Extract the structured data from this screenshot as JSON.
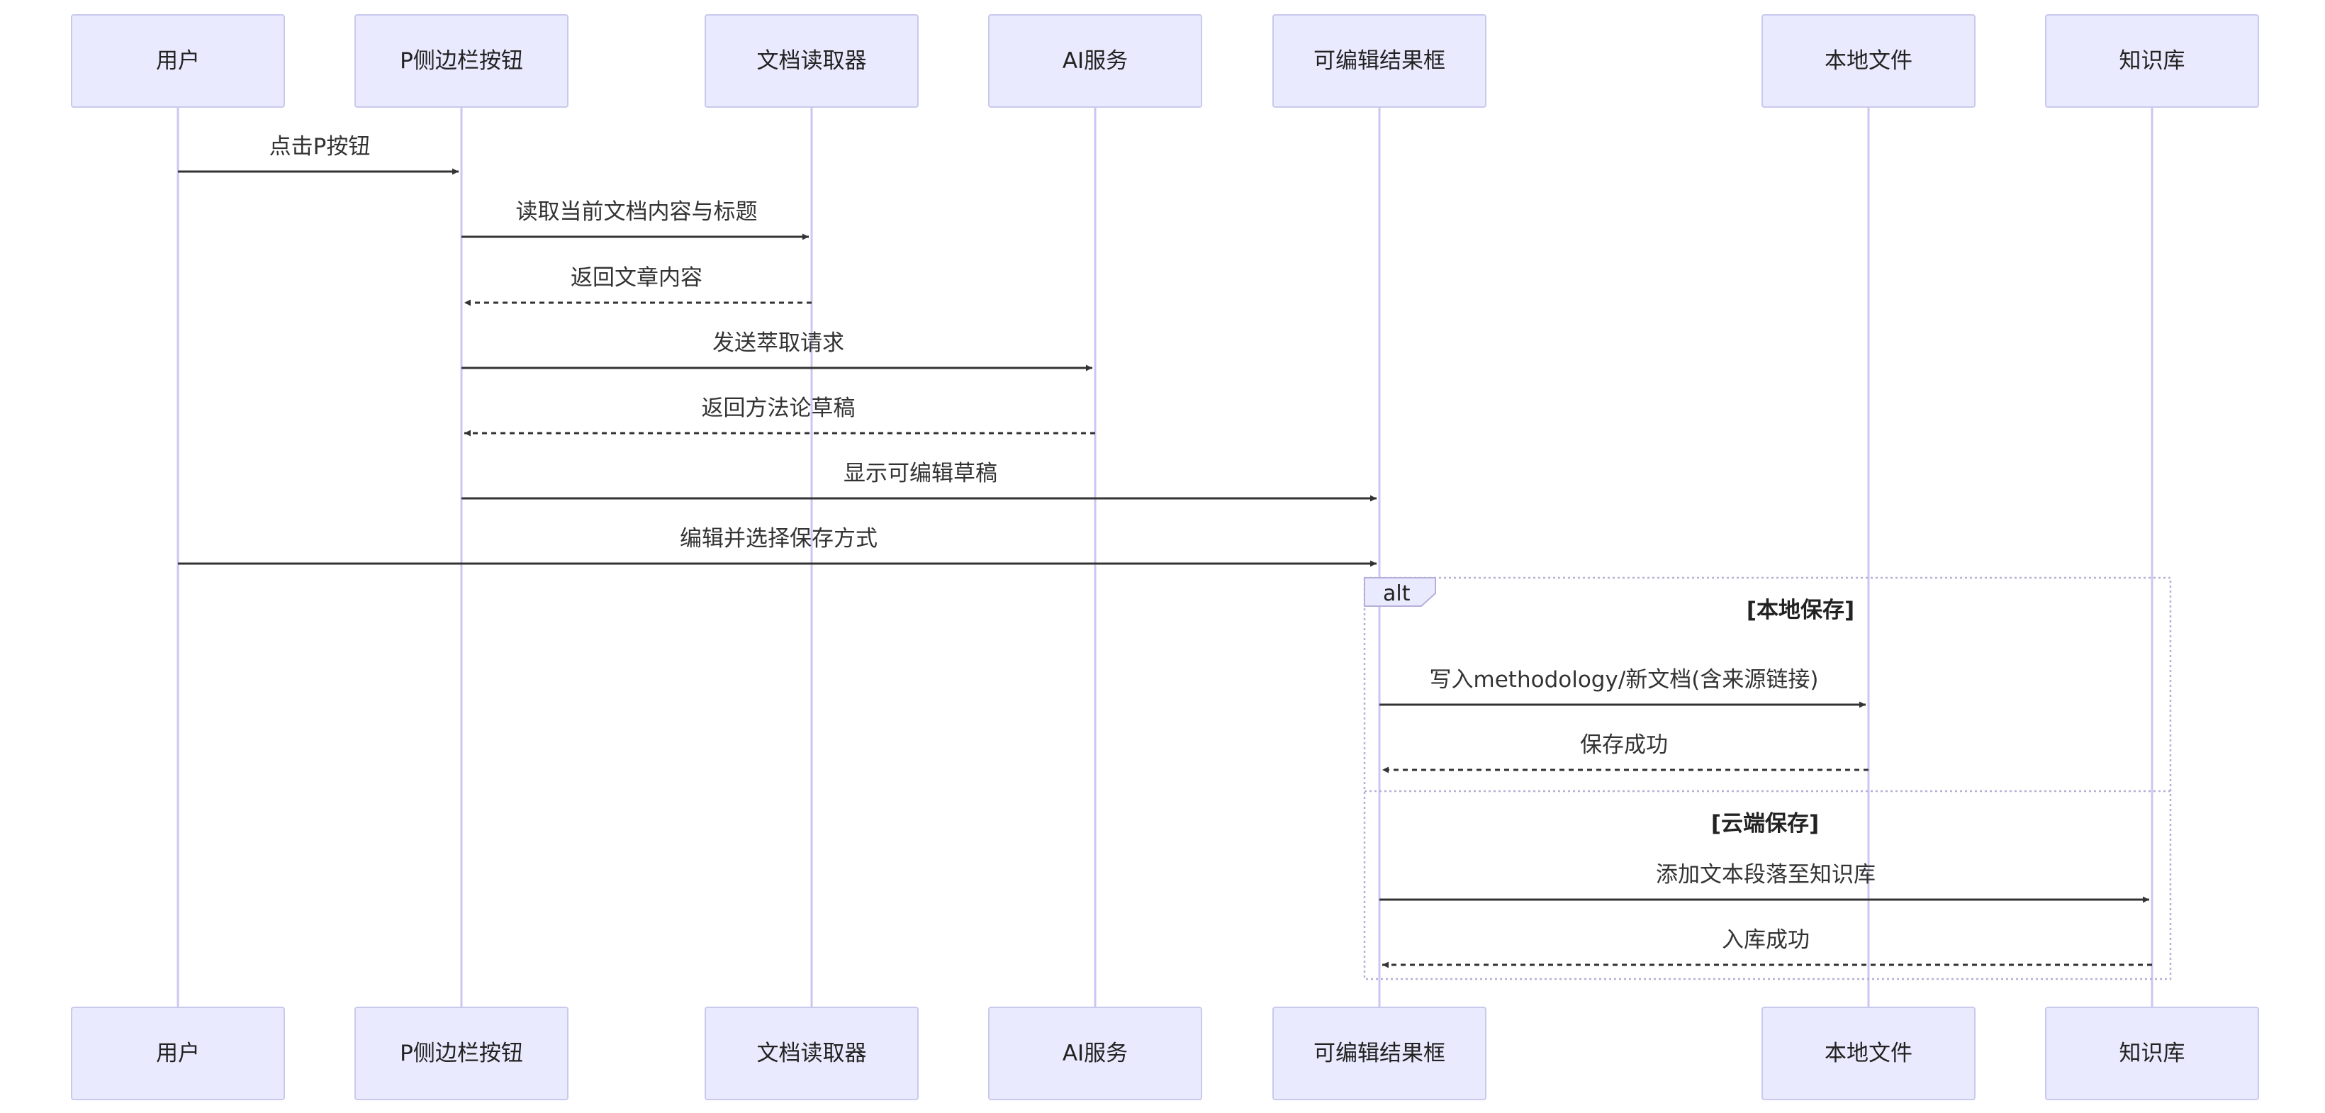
{
  "participants": [
    {
      "id": "user",
      "label": "用户"
    },
    {
      "id": "pbtn",
      "label": "P侧边栏按钮"
    },
    {
      "id": "reader",
      "label": "文档读取器"
    },
    {
      "id": "ai",
      "label": "AI服务"
    },
    {
      "id": "editor",
      "label": "可编辑结果框"
    },
    {
      "id": "local",
      "label": "本地文件"
    },
    {
      "id": "kb",
      "label": "知识库"
    }
  ],
  "messages": [
    {
      "from": "user",
      "to": "pbtn",
      "label": "点击P按钮",
      "style": "solid"
    },
    {
      "from": "pbtn",
      "to": "reader",
      "label": "读取当前文档内容与标题",
      "style": "solid"
    },
    {
      "from": "reader",
      "to": "pbtn",
      "label": "返回文章内容",
      "style": "dashed"
    },
    {
      "from": "pbtn",
      "to": "ai",
      "label": "发送萃取请求",
      "style": "solid"
    },
    {
      "from": "ai",
      "to": "pbtn",
      "label": "返回方法论草稿",
      "style": "dashed"
    },
    {
      "from": "pbtn",
      "to": "editor",
      "label": "显示可编辑草稿",
      "style": "solid"
    },
    {
      "from": "user",
      "to": "editor",
      "label": "编辑并选择保存方式",
      "style": "solid"
    },
    {
      "from": "editor",
      "to": "local",
      "label": "写入methodology/新文档(含来源链接)",
      "style": "solid"
    },
    {
      "from": "local",
      "to": "editor",
      "label": "保存成功",
      "style": "dashed"
    },
    {
      "from": "editor",
      "to": "kb",
      "label": "添加文本段落至知识库",
      "style": "solid"
    },
    {
      "from": "kb",
      "to": "editor",
      "label": "入库成功",
      "style": "dashed"
    }
  ],
  "fragment": {
    "keyword": "alt",
    "sections": [
      {
        "condition": "[本地保存]"
      },
      {
        "condition": "[云端保存]"
      }
    ]
  },
  "colors": {
    "actor_fill": "#eaeaff",
    "actor_border": "#c9c9ee",
    "lifeline": "#cfc5f2",
    "message": "#333333",
    "frame_border": "#b5b0d8"
  }
}
